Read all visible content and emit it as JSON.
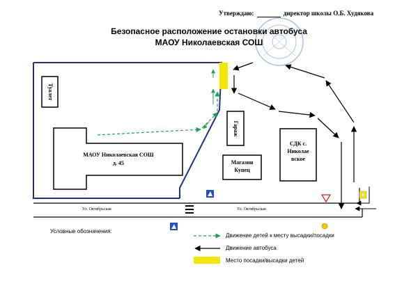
{
  "approval": {
    "label": "Утверждаю:",
    "position": "директор школы О.Б. Худякова"
  },
  "title": {
    "line1": "Безопасное расположение остановки автобуса",
    "line2": "МАОУ Николаевская СОШ"
  },
  "buildings": {
    "toilet": "Туалет",
    "school_name": "МАОУ Николаевская СОШ",
    "school_number": "д. 45",
    "garage": "Гараж",
    "shop_line1": "Магазин",
    "shop_line2": "Купец",
    "sdk_line1": "СДК с.",
    "sdk_line2": "Николае",
    "sdk_line3": "вское"
  },
  "streets": {
    "left": "Ул. Октябрьская",
    "right": "Ул. Октябрьская"
  },
  "legend": {
    "heading": "Условные обозначения:",
    "children_movement": "Движение детей к месту высадки/посадки",
    "bus_movement": "Движение автобуса",
    "stop_place": "Место посадки/высадки детей"
  },
  "colors": {
    "children_arrow": "#1aa64a",
    "bus_arrow": "#000000",
    "stop_place": "#f5e800",
    "fence": "#1f2f8f",
    "crossing_sign": "#1f4fd0",
    "yield_sign": "#e02020",
    "stamp": "#8fa8e8"
  },
  "icons": {
    "crossing": "pedestrian-crossing-sign-icon",
    "yield": "yield-triangle-sign-icon",
    "traffic": "traffic-light-icon",
    "stamp": "school-seal-stamp"
  }
}
